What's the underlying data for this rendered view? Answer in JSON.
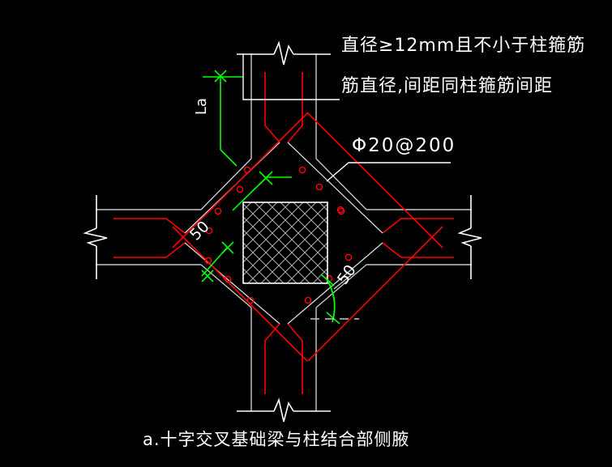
{
  "drawing": {
    "title_caption": "a.十字交叉基础梁与柱结合部侧腋",
    "annotations": {
      "stirrup_note_line1": "直径≥12mm且不小于柱箍筋",
      "stirrup_note_line2": "筋直径,间距同柱箍筋间距",
      "rebar_spec": "Φ20@200"
    },
    "dimensions": {
      "anchorage_length": "La",
      "haunch_left": "50",
      "haunch_right": "50"
    },
    "colors": {
      "background": "#000000",
      "concrete_outline": "#ffffff",
      "rebar": "#ff0000",
      "dimension": "#00ff00",
      "hatch": "#9a9a9a"
    },
    "element_names": {
      "column": "central-hatched-column",
      "beam_north": "beam-north",
      "beam_south": "beam-south",
      "beam_east": "beam-east",
      "beam_west": "beam-west",
      "haunch": "diagonal-haunch"
    }
  }
}
